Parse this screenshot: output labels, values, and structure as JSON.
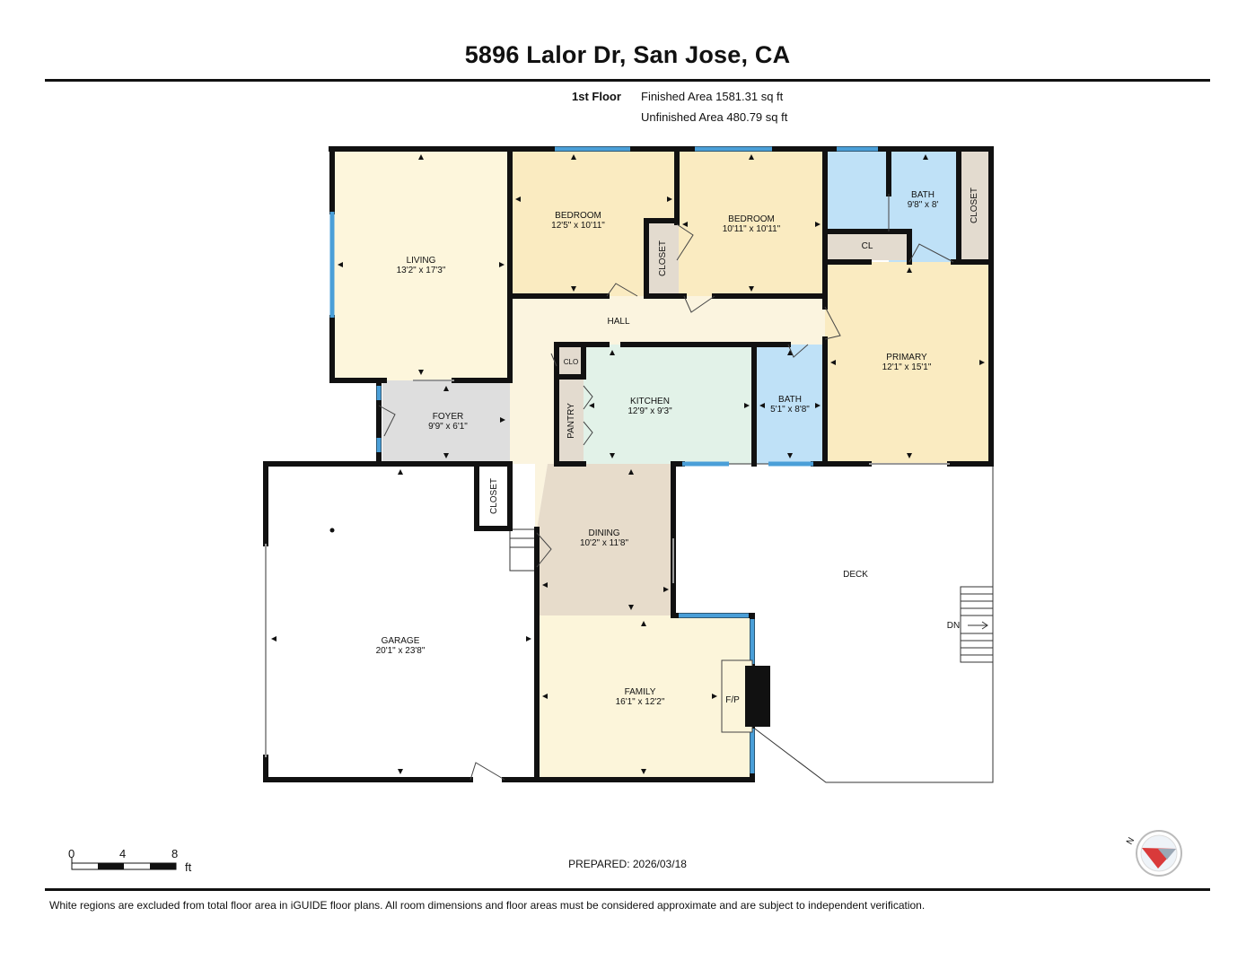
{
  "title": "5896 Lalor Dr, San Jose, CA",
  "floor": {
    "name": "1st Floor",
    "finished_area": "Finished Area 1581.31 sq ft",
    "unfinished_area": "Unfinished Area 480.79 sq ft"
  },
  "rooms": {
    "living": {
      "name": "LIVING",
      "dims": "13'2\" x 17'3\""
    },
    "bedroom1": {
      "name": "BEDROOM",
      "dims": "12'5\" x 10'11\""
    },
    "bedroom2": {
      "name": "BEDROOM",
      "dims": "10'11\" x 10'11\""
    },
    "bath_upper": {
      "name": "BATH",
      "dims": "9'8\" x 8'"
    },
    "closet_upper": {
      "name": "CLOSET"
    },
    "cl": {
      "name": "CL"
    },
    "closet_bed": {
      "name": "CLOSET"
    },
    "hall": {
      "name": "HALL"
    },
    "clo": {
      "name": "CLO"
    },
    "pantry": {
      "name": "PANTRY"
    },
    "kitchen": {
      "name": "KITCHEN",
      "dims": "12'9\" x 9'3\""
    },
    "bath_lower": {
      "name": "BATH",
      "dims": "5'1\" x 8'8\""
    },
    "primary": {
      "name": "PRIMARY",
      "dims": "12'1\" x 15'1\""
    },
    "foyer": {
      "name": "FOYER",
      "dims": "9'9\" x 6'1\""
    },
    "closet_foyer": {
      "name": "CLOSET"
    },
    "dining": {
      "name": "DINING",
      "dims": "10'2\" x 11'8\""
    },
    "garage": {
      "name": "GARAGE",
      "dims": "20'1\" x 23'8\""
    },
    "family": {
      "name": "FAMILY",
      "dims": "16'1\" x 12'2\""
    },
    "fireplace": {
      "name": "F/P"
    },
    "deck": {
      "name": "DECK"
    },
    "stairs": {
      "name": "DN"
    }
  },
  "scale": {
    "labels": [
      "0",
      "4",
      "8"
    ],
    "unit": "ft"
  },
  "compass": {
    "label": "N"
  },
  "prepared": "PREPARED: 2026/03/18",
  "disclaimer": "White regions are excluded from total floor area in iGUIDE floor plans. All room dimensions and floor areas must be considered approximate and are subject to independent verification.",
  "colors": {
    "wall": "#111111",
    "window": "#4a9fd8",
    "living": "#fdf6dc",
    "bedroom": "#faebc1",
    "bath": "#bfe1f7",
    "closet": "#e3dbcf",
    "hall": "#fbf4df",
    "kitchen": "#e2f2e8",
    "foyer": "#dedede",
    "dining": "#e7dccb",
    "garage": "#ffffff",
    "family": "#fcf5da",
    "primary": "#faebc1",
    "compass_red": "#d93a3a"
  }
}
